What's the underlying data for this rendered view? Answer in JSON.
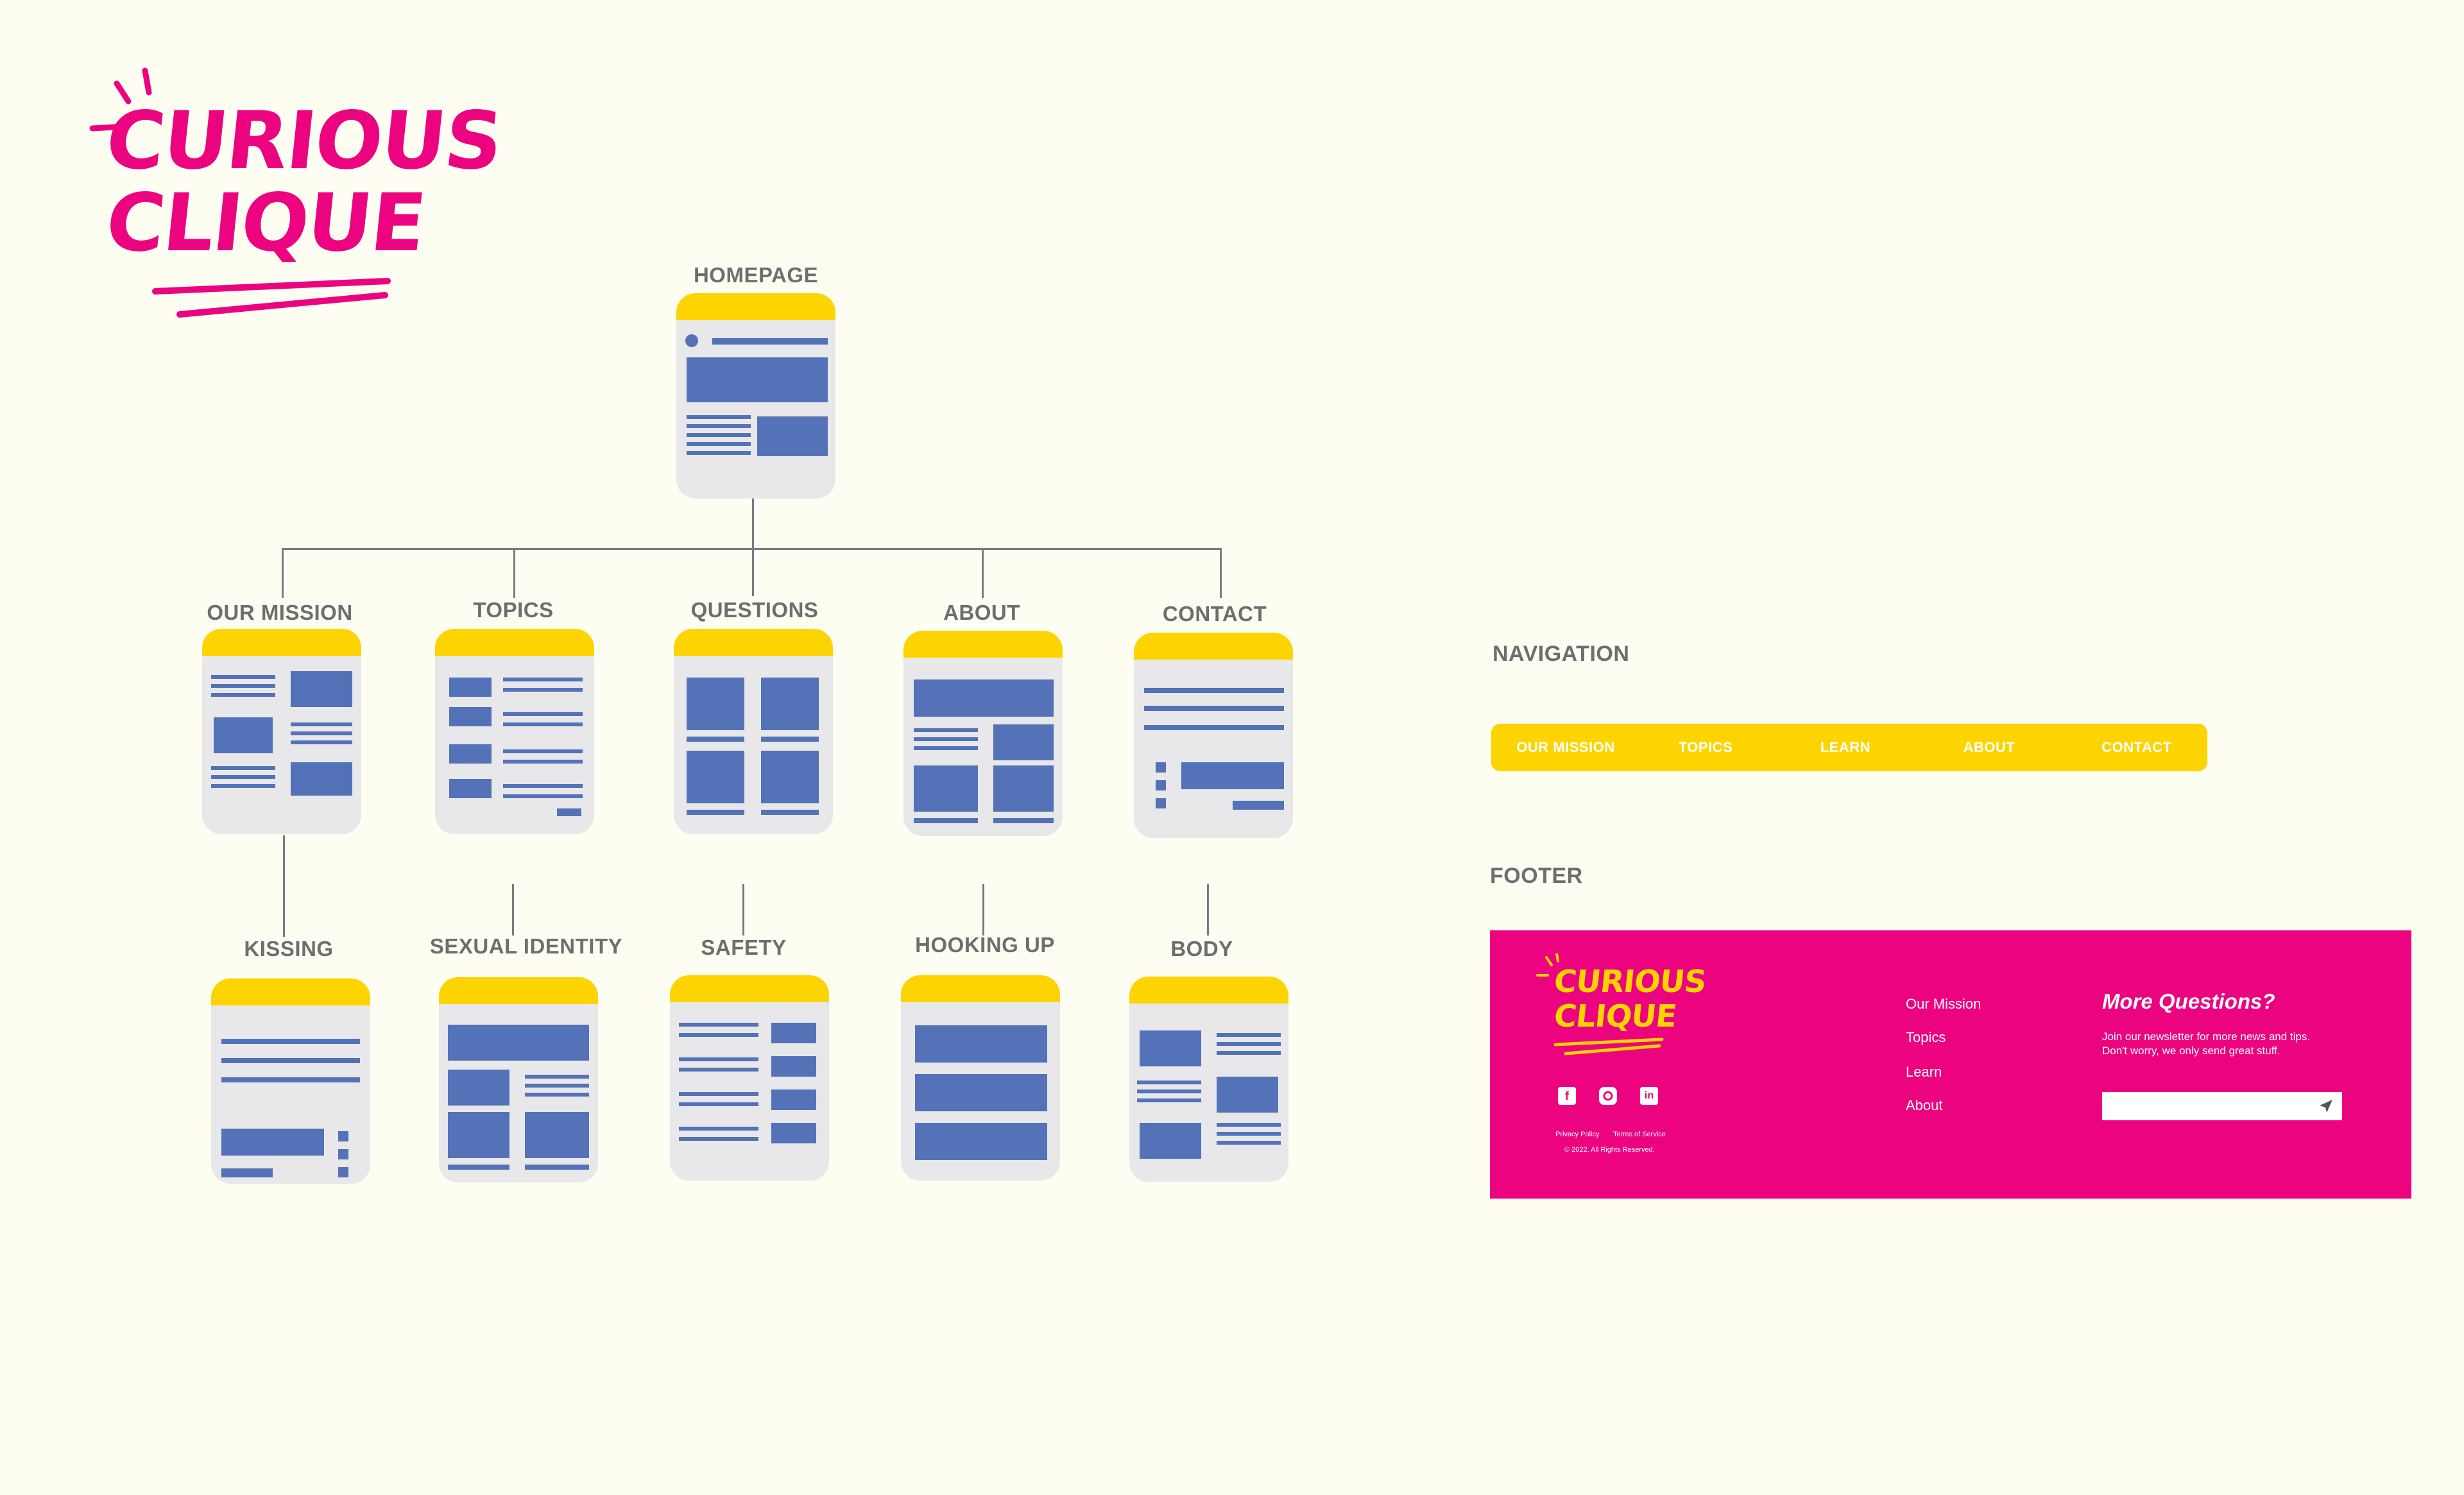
{
  "brand": {
    "logo_line1": "CURIOUS",
    "logo_line2": "CLIQUE",
    "pink": "#EC037F",
    "yellow": "#FDD400",
    "block_blue": "#5472B8",
    "card_gray": "#E8E7EA",
    "background": "#FEFDF1"
  },
  "sitemap": {
    "root": "HOMEPAGE",
    "level1": [
      "OUR MISSION",
      "TOPICS",
      "QUESTIONS",
      "ABOUT",
      "CONTACT"
    ],
    "level2": [
      "KISSING",
      "SEXUAL IDENTITY",
      "SAFETY",
      "HOOKING UP",
      "BODY"
    ]
  },
  "navigation": {
    "title": "NAVIGATION",
    "items": [
      "OUR MISSION",
      "TOPICS",
      "LEARN",
      "ABOUT",
      "CONTACT"
    ]
  },
  "footer": {
    "title": "FOOTER",
    "logo_line1": "CURIOUS",
    "logo_line2": "CLIQUE",
    "links": [
      "Our Mission",
      "Topics",
      "Learn",
      "About"
    ],
    "social_icons": [
      "facebook-icon",
      "instagram-icon",
      "linkedin-icon"
    ],
    "legal_links": [
      "Privacy Policy",
      "Terms of Service"
    ],
    "copyright": "© 2022. All Rights Reserved.",
    "newsletter_title": "More Questions?",
    "newsletter_text_1": "Join our newsletter for more news and tips.",
    "newsletter_text_2": "Don't worry, we only send great stuff.",
    "send_icon": "paper-plane-icon"
  }
}
